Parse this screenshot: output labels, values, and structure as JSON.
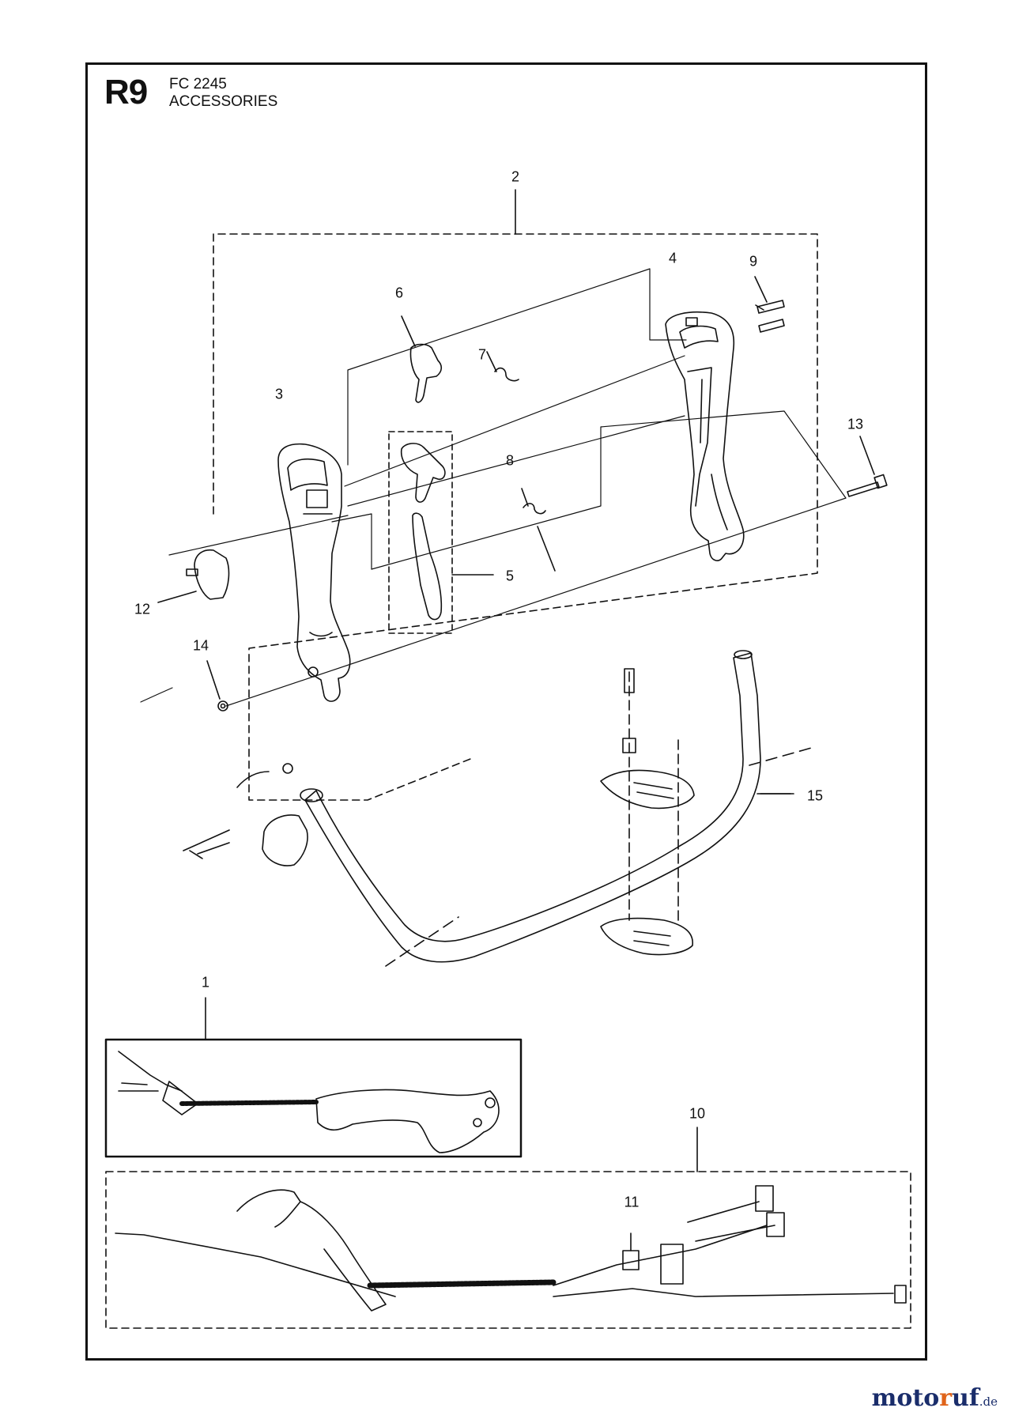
{
  "header": {
    "code": "R9",
    "model": "FC 2245",
    "title": "ACCESSORIES"
  },
  "callouts": {
    "c1": "1",
    "c2": "2",
    "c3": "3",
    "c4": "4",
    "c5": "5",
    "c6": "6",
    "c7": "7",
    "c8": "8",
    "c9": "9",
    "c10": "10",
    "c11": "11",
    "c12": "12",
    "c13": "13",
    "c14": "14",
    "c15": "15"
  },
  "watermark": {
    "brand_start": "moto",
    "brand_accent": "r",
    "brand_end": "uf",
    "tld": ".de"
  },
  "colors": {
    "ink": "#111111",
    "watermark_blue": "#1a2d6b",
    "watermark_orange": "#e0641a"
  }
}
